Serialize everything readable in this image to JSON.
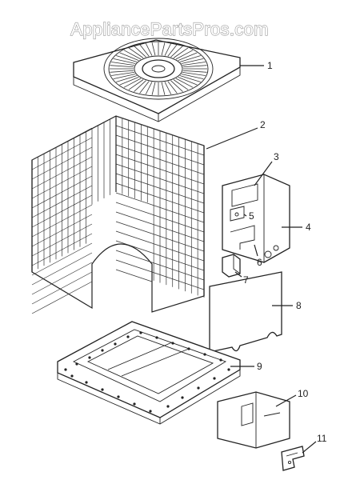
{
  "watermark": "AppliancePartsPros.com",
  "callouts": [
    {
      "id": "1",
      "label": "1"
    },
    {
      "id": "2",
      "label": "2"
    },
    {
      "id": "3",
      "label": "3"
    },
    {
      "id": "4",
      "label": "4"
    },
    {
      "id": "5",
      "label": "5"
    },
    {
      "id": "6",
      "label": "6"
    },
    {
      "id": "7",
      "label": "7"
    },
    {
      "id": "8",
      "label": "8"
    },
    {
      "id": "9",
      "label": "9"
    },
    {
      "id": "10",
      "label": "10"
    },
    {
      "id": "11",
      "label": "11"
    }
  ],
  "colors": {
    "line": "#222222",
    "watermark_stroke": "#9a9a9a",
    "background": "#ffffff"
  }
}
